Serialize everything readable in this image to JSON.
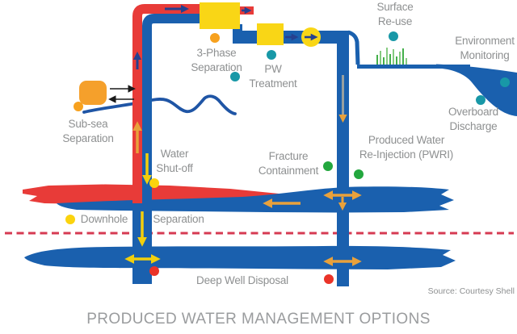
{
  "title": "PRODUCED WATER MANAGEMENT OPTIONS",
  "source_credit": "Source: Courtesy Shell",
  "labels": {
    "sub_sea_separation": "Sub-sea\nSeparation",
    "three_phase_separation": "3-Phase\nSeparation",
    "pw_treatment": "PW\nTreatment",
    "surface_reuse": "Surface\nRe-use",
    "environment_monitoring": "Environment\nMonitoring",
    "overboard_discharge": "Overboard\nDischarge",
    "water_shutoff": "Water\nShut-off",
    "fracture_containment": "Fracture\nContainment",
    "pwri": "Produced Water\nRe-Injection (PWRI)",
    "downhole": "Downhole",
    "separation": "Separation",
    "deep_well_disposal": "Deep Well Disposal"
  },
  "colors": {
    "pipe-blue": "#1A60AE",
    "oil-red": "#E83B38",
    "equipment-yellow": "#F9D616",
    "unit-orange": "#F5A02B",
    "arrow-navy": "#26418F",
    "arrow-yellow": "#F2CF0D",
    "arrow-orange": "#E9A13B",
    "arrow-black": "#1A1A1A",
    "grass-green": "#44B04A",
    "grass-green-light": "#86CB81",
    "dot-teal": "#1898A7",
    "dot-green": "#23A73E",
    "dot-orange": "#F7A11E",
    "dot-yellow": "#FBD30E",
    "dot-red": "#EA3328",
    "sea-blue": "#1F55A5",
    "dashed-red": "#D63A52",
    "shaft-gray": "#98A0A0",
    "text-gray": "#8E9091",
    "title-gray": "#9A9C9E"
  }
}
